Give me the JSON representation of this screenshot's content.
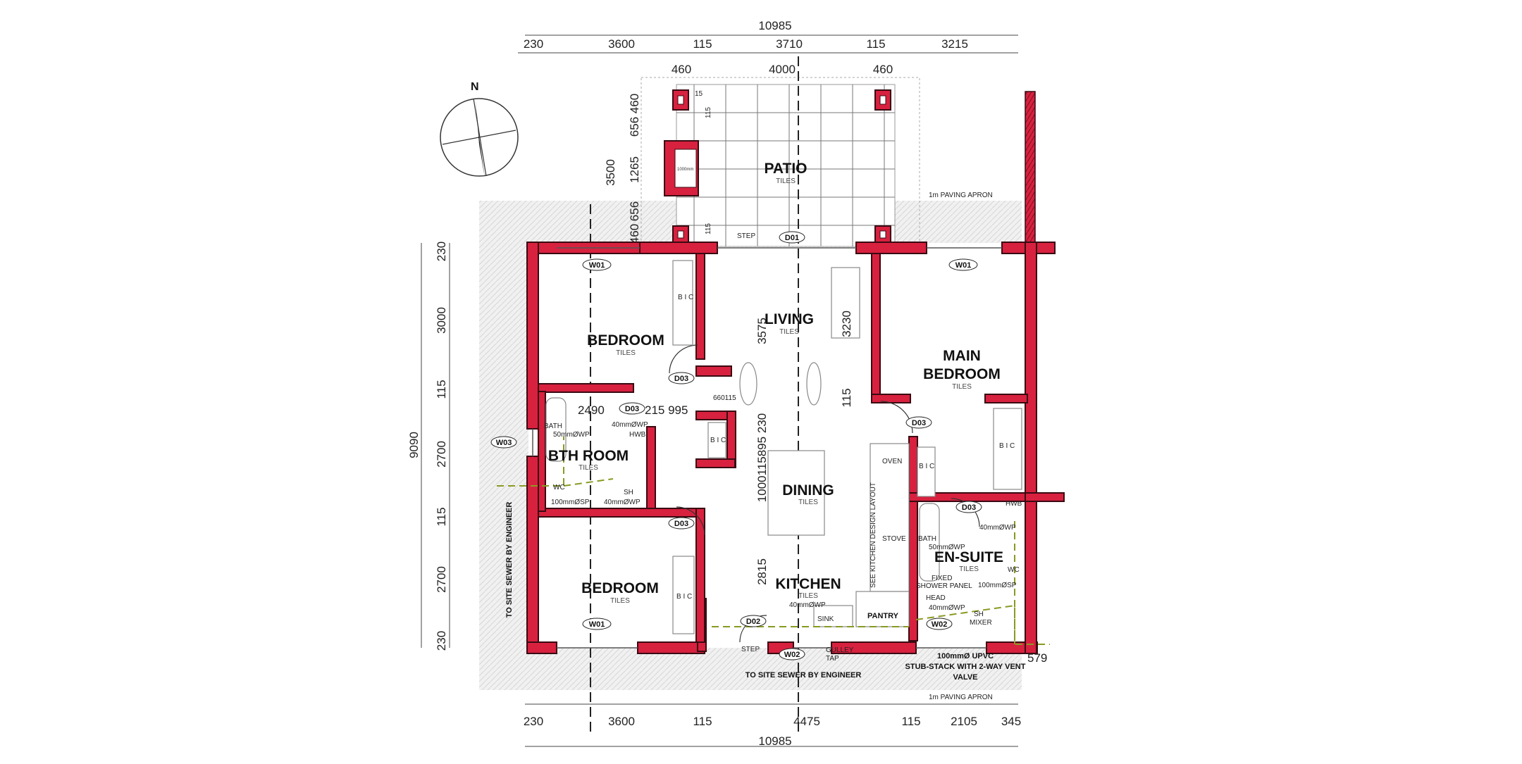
{
  "dimensions": {
    "top_total": "10985",
    "top_row": [
      "230",
      "3600",
      "115",
      "3710",
      "115",
      "3215"
    ],
    "patio_row": [
      "460",
      "4000",
      "460"
    ],
    "left_total": "9090",
    "left_col": [
      "230",
      "3000",
      "115",
      "2700",
      "115",
      "2700",
      "230"
    ],
    "patio_left": [
      "3500",
      "460",
      "656",
      "1265",
      "656",
      "460"
    ],
    "patio_inner": [
      "15",
      "115",
      "115"
    ],
    "bottom_row": [
      "230",
      "3600",
      "115",
      "4475",
      "115",
      "2105",
      "345"
    ],
    "bottom_total": "10985",
    "interior": {
      "living_depth": "3575",
      "living_right": "3230",
      "mid_115": "115",
      "hall_row": "2490",
      "hall_row_b": "215 995",
      "bic_small": "660115",
      "dining_depth": "1000115895 230",
      "kitchen_depth": "2815",
      "right_579": "579"
    }
  },
  "compass": {
    "label": "N"
  },
  "rooms": {
    "patio": {
      "name": "PATIO",
      "finish": "TILES"
    },
    "living": {
      "name": "LIVING",
      "finish": "TILES"
    },
    "bedroom1": {
      "name": "BEDROOM",
      "finish": "TILES"
    },
    "main_bedroom": {
      "line1": "MAIN",
      "line2": "BEDROOM",
      "finish": "TILES"
    },
    "bathroom": {
      "name": "BTH ROOM",
      "finish": "TILES"
    },
    "dining": {
      "name": "DINING",
      "finish": "TILES"
    },
    "bedroom2": {
      "name": "BEDROOM",
      "finish": "TILES"
    },
    "kitchen": {
      "name": "KITCHEN",
      "finish": "TILES"
    },
    "ensuite": {
      "name": "EN-SUITE",
      "finish": "TILES"
    },
    "pantry": {
      "name": "PANTRY"
    }
  },
  "tags": {
    "w01": "W01",
    "w02": "W02",
    "w03": "W03",
    "d01": "D01",
    "d02": "D02",
    "d03": "D03"
  },
  "labels": {
    "bic": "B I C",
    "step": "STEP",
    "paving_apron": "1m PAVING APRON",
    "bath": "BATH",
    "wc": "WC",
    "hwb": "HWB",
    "sh": "SH",
    "oven": "OVEN",
    "stove": "STOVE",
    "sink": "SINK",
    "head": "HEAD",
    "sh_mixer_1": "SH",
    "sh_mixer_2": "MIXER",
    "fixed_shower_1": "FIXED",
    "fixed_shower_2": "SHOWER PANEL",
    "gulley_1": "GULLEY",
    "gulley_2": "TAP",
    "see_kitchen": "SEE KITCHEN DESIGN LAYOUT",
    "site_sewer_left": "TO SITE SEWER BY ENGINEER",
    "site_sewer_bottom": "TO SITE SEWER BY ENGINEER",
    "upvc_1": "100mmØ UPVC",
    "upvc_2": "STUB-STACK WITH 2-WAY VENT",
    "upvc_3": "VALVE",
    "pipe_50wp": "50mmØWP",
    "pipe_40wp": "40mmØWP",
    "pipe_100sp": "100mmØSP",
    "pipe_40": "40mmØWP",
    "pipe_100sp_b": "100mmØSP",
    "col_note": "1000mm"
  }
}
